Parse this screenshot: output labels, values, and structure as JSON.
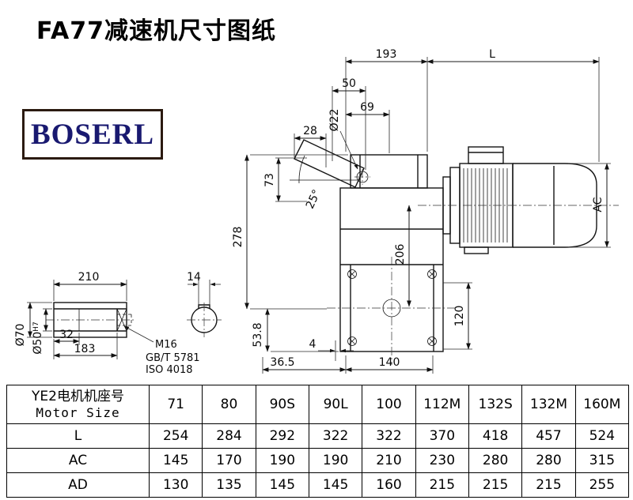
{
  "page": {
    "title": "FA77减速机尺寸图纸"
  },
  "logo": {
    "text": "BOSERL"
  },
  "drawing": {
    "labels": {
      "reducer_width": "193",
      "motor_length": "L",
      "dim_50": "50",
      "dim_69": "69",
      "dim_28": "28",
      "input_hole_dia": "Ø22",
      "dim_73": "73",
      "tilt_angle": "25°",
      "dim_278": "278",
      "dim_206": "206",
      "motor_dia": "AC",
      "flange_width": "120",
      "dim_4": "4",
      "dim_36_5": "36.5",
      "flange_length": "140",
      "dim_53_8": "53.8",
      "shaft_length": "210",
      "keyway_width": "14",
      "shaft_dia": "Ø70",
      "bore_dia": "Ø50",
      "bore_tolerance": "H7",
      "dim_32": "32",
      "dim_183": "183",
      "thread": "M16",
      "standard_gb": "GB/T 5781",
      "standard_iso": "ISO 4018"
    }
  },
  "table": {
    "header": {
      "line1": "YE2电机机座号",
      "line2": "Motor Size"
    },
    "columns": [
      "71",
      "80",
      "90S",
      "90L",
      "100",
      "112M",
      "132S",
      "132M",
      "160M"
    ],
    "rows": [
      {
        "label": "L",
        "values": [
          "254",
          "284",
          "292",
          "322",
          "322",
          "370",
          "418",
          "457",
          "524"
        ]
      },
      {
        "label": "AC",
        "values": [
          "145",
          "170",
          "190",
          "190",
          "210",
          "230",
          "280",
          "280",
          "315"
        ]
      },
      {
        "label": "AD",
        "values": [
          "130",
          "135",
          "145",
          "145",
          "160",
          "215",
          "215",
          "215",
          "255"
        ]
      }
    ]
  }
}
